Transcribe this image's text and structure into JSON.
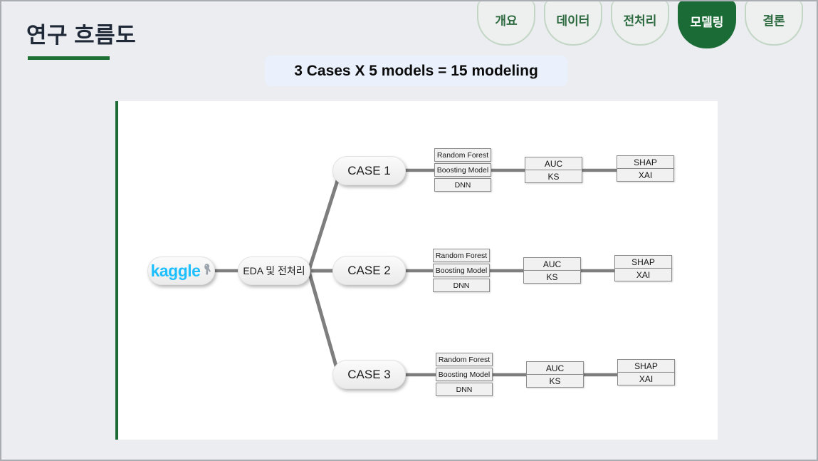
{
  "header": {
    "title": "연구 흐름도"
  },
  "tabs": [
    {
      "label": "개요",
      "active": false
    },
    {
      "label": "데이터",
      "active": false
    },
    {
      "label": "전처리",
      "active": false
    },
    {
      "label": "모델링",
      "active": true
    },
    {
      "label": "결론",
      "active": false
    }
  ],
  "banner": {
    "text": "3 Cases X 5 models = 15 modeling"
  },
  "diagram": {
    "source": {
      "label": "kaggle",
      "icon": "goose-icon"
    },
    "preprocess": {
      "label": "EDA 및 전처리"
    },
    "cases": [
      {
        "label": "CASE 1",
        "models": [
          "Random Forest",
          "Boosting Model",
          "DNN"
        ],
        "metrics": [
          "AUC",
          "KS"
        ],
        "explain": [
          "SHAP",
          "XAI"
        ]
      },
      {
        "label": "CASE 2",
        "models": [
          "Random Forest",
          "Boosting Model",
          "DNN"
        ],
        "metrics": [
          "AUC",
          "KS"
        ],
        "explain": [
          "SHAP",
          "XAI"
        ]
      },
      {
        "label": "CASE 3",
        "models": [
          "Random Forest",
          "Boosting Model",
          "DNN"
        ],
        "metrics": [
          "AUC",
          "KS"
        ],
        "explain": [
          "SHAP",
          "XAI"
        ]
      }
    ]
  },
  "colors": {
    "accent_green": "#1a6b35",
    "tab_border_green": "#c3d6c6",
    "kaggle_blue": "#1ebfff",
    "banner_bg": "#eaf1fc",
    "line_gray": "#7e7e7e",
    "title_navy": "#202938",
    "slide_bg": "#ebedf0"
  }
}
